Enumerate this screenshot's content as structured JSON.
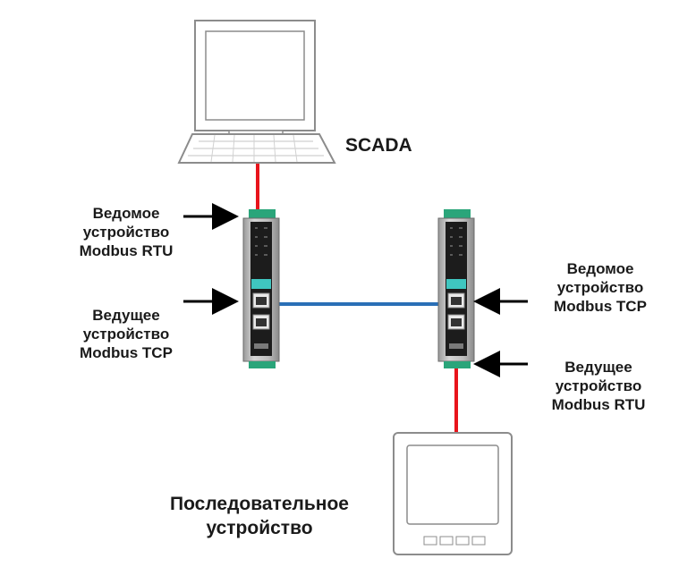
{
  "diagram": {
    "scada_label": "SCADA",
    "left_gateway": {
      "upper_role": "Ведомое\nустройство\nModbus RTU",
      "lower_role": "Ведущее\nустройство\nModbus TCP"
    },
    "right_gateway": {
      "upper_role": "Ведомое\nустройство\nModbus TCP",
      "lower_role": "Ведущее\nустройство\nModbus RTU"
    },
    "serial_device_label": "Последовательное\nустройство"
  },
  "colors": {
    "serial_link": "#e8141c",
    "ethernet_link": "#2a6fb6",
    "gateway_accent": "#2aa57a",
    "gateway_screen": "#3fc6c0"
  }
}
